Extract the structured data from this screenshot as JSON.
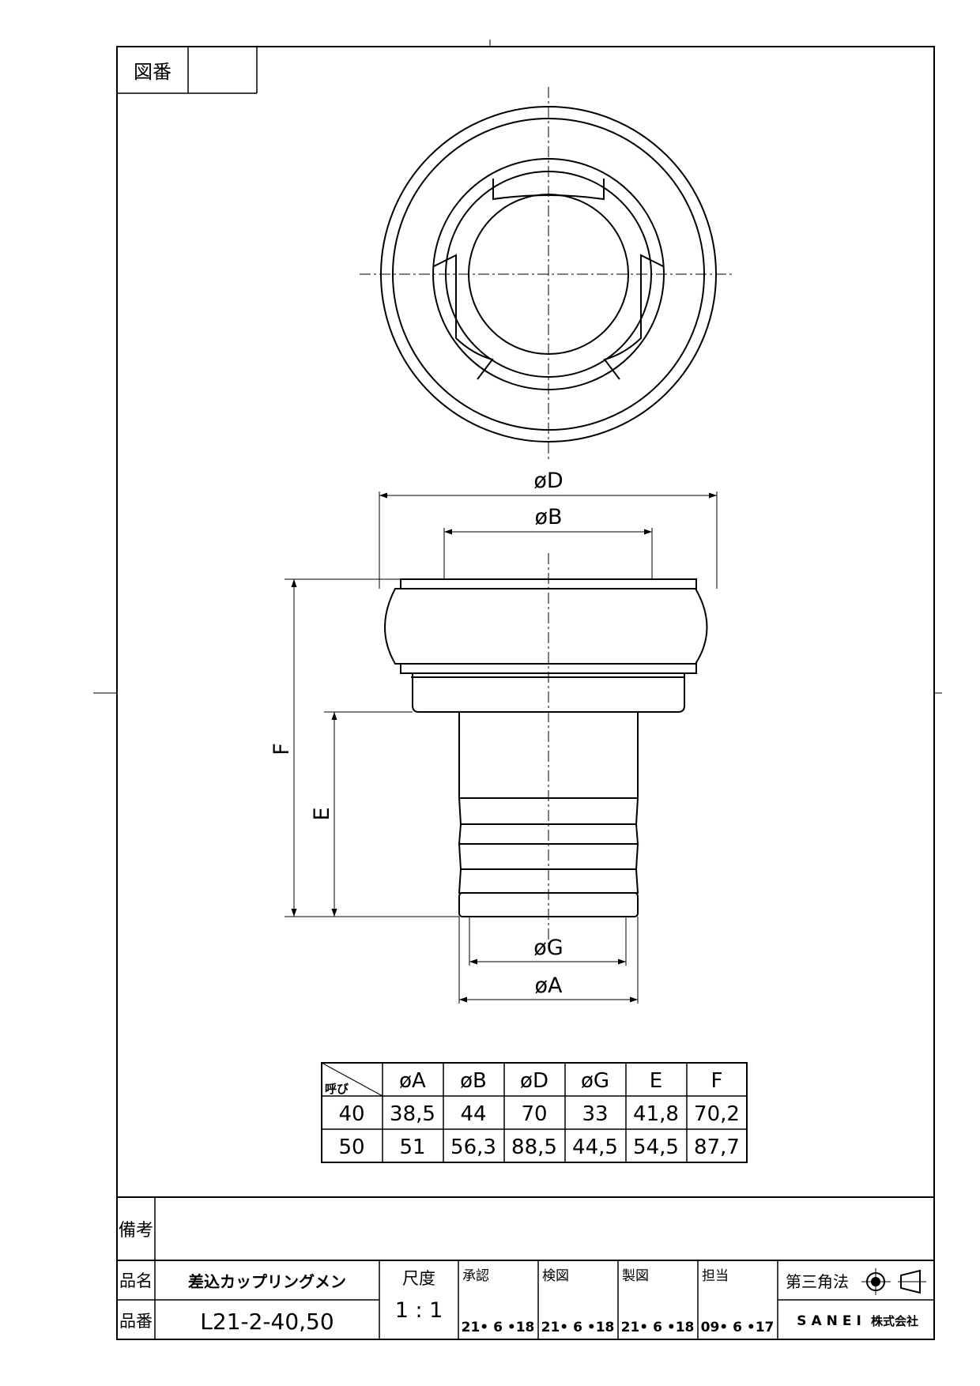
{
  "drawing_number": {
    "label": "図番",
    "value": ""
  },
  "dimension_labels": {
    "d": "øD",
    "b": "øB",
    "g": "øG",
    "a": "øA",
    "f": "F",
    "e": "E"
  },
  "table": {
    "corner": "呼び",
    "headers": [
      "øA",
      "øB",
      "øD",
      "øG",
      "E",
      "F"
    ],
    "rows": [
      {
        "size": "40",
        "values": [
          "38,5",
          "44",
          "70",
          "33",
          "41,8",
          "70,2"
        ]
      },
      {
        "size": "50",
        "values": [
          "51",
          "56,3",
          "88,5",
          "44,5",
          "54,5",
          "87,7"
        ]
      }
    ]
  },
  "title_block": {
    "remarks_label": "備考",
    "remarks_value": "",
    "name_label": "品名",
    "name_value": "差込カップリングメン",
    "number_label": "品番",
    "number_value": "L21-2-40,50",
    "scale_label": "尺度",
    "scale_value": "1 : 1",
    "approval_label": "承認",
    "approval_date": "21• 6 •18",
    "check_label": "検図",
    "check_date": "21• 6 •18",
    "draft_label": "製図",
    "draft_date": "21• 6 •18",
    "charge_label": "担当",
    "charge_date": "09• 6 •17",
    "projection_label": "第三角法",
    "company_name": "SANEI",
    "company_suffix": "株式会社"
  }
}
